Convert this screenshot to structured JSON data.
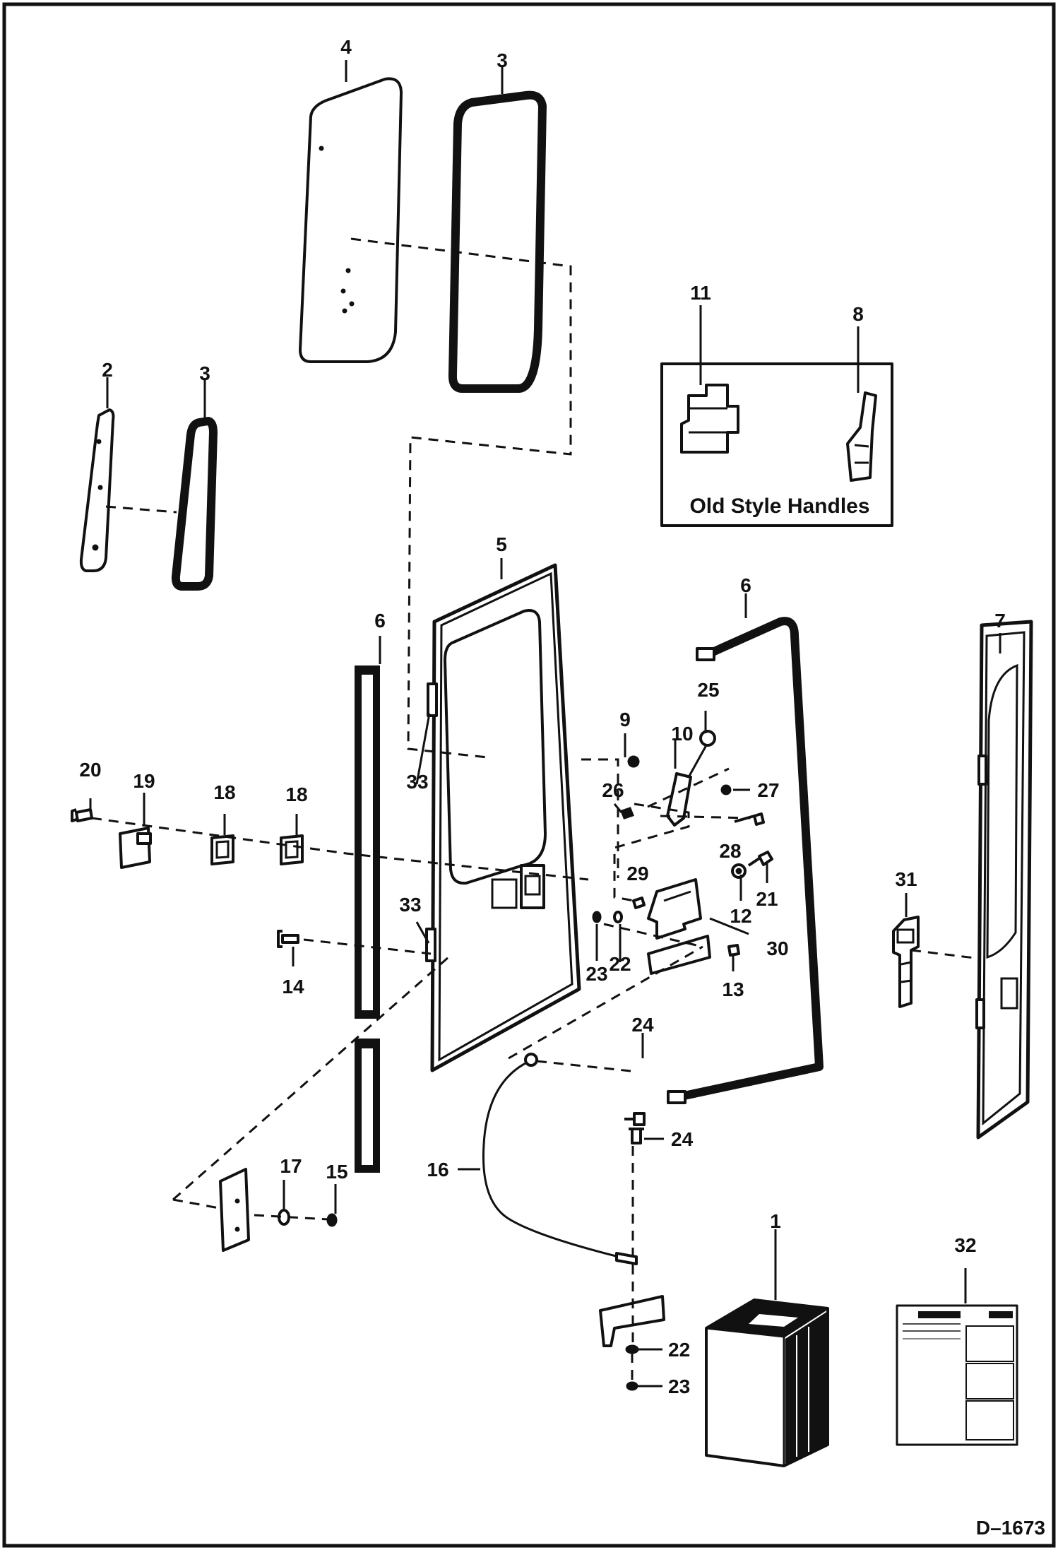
{
  "figure_id": "D–1673",
  "inset": {
    "title": "Old Style Handles"
  },
  "callouts": {
    "c1": "1",
    "c2": "2",
    "c3a": "3",
    "c3b": "3",
    "c4": "4",
    "c5": "5",
    "c6a": "6",
    "c6b": "6",
    "c7": "7",
    "c8": "8",
    "c9": "9",
    "c10": "10",
    "c11": "11",
    "c12": "12",
    "c13": "13",
    "c14": "14",
    "c15": "15",
    "c16": "16",
    "c17": "17",
    "c18a": "18",
    "c18b": "18",
    "c19": "19",
    "c20": "20",
    "c21": "21",
    "c22a": "22",
    "c22b": "22",
    "c23a": "23",
    "c23b": "23",
    "c24a": "24",
    "c24b": "24",
    "c25": "25",
    "c26": "26",
    "c27": "27",
    "c28": "28",
    "c29": "29",
    "c30": "30",
    "c31": "31",
    "c32": "32",
    "c33a": "33",
    "c33b": "33"
  },
  "icons": [
    "window-glass",
    "window-seal",
    "door-frame",
    "door-seal",
    "door-assembly",
    "latch",
    "handle",
    "cable",
    "striker-plate",
    "kit-box",
    "instruction-decal"
  ]
}
